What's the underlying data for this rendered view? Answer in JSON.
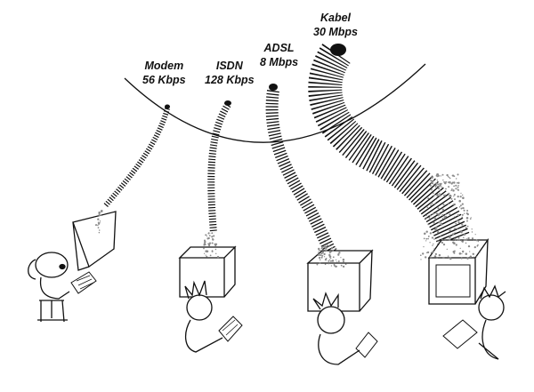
{
  "connections": [
    {
      "name": "Modem",
      "speed": "56 Kbps"
    },
    {
      "name": "ISDN",
      "speed": "128 Kbps"
    },
    {
      "name": "ADSL",
      "speed": "8 Mbps"
    },
    {
      "name": "Kabel",
      "speed": "30 Mbps"
    }
  ],
  "colors": {
    "ink": "#111111",
    "paper": "#ffffff",
    "bits": "#8a8a8a"
  }
}
